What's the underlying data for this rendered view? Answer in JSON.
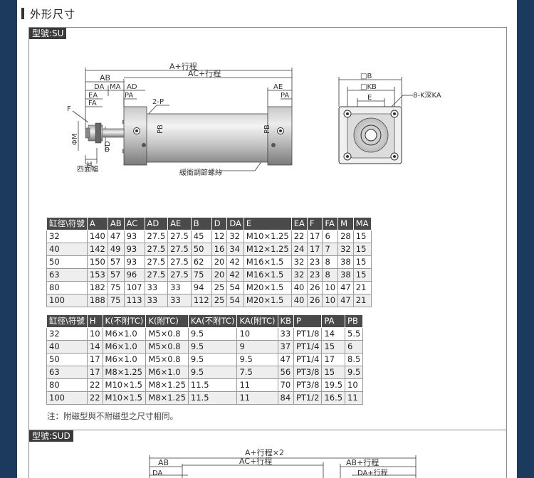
{
  "heading": "外形尺寸",
  "models": {
    "su": "型號:SU",
    "sud": "型號:SUD"
  },
  "diagram_su": {
    "a_stroke": "A+行程",
    "ab": "AB",
    "ac_stroke": "AC+行程",
    "da": "DA",
    "ma": "MA",
    "ad": "AD",
    "ae": "AE",
    "ea": "EA",
    "pa": "PA",
    "pa2": "PA",
    "two_p": "2-P",
    "f": "F",
    "fa": "FA",
    "phi_m": "ΦM",
    "phi_d": "ΦD",
    "h": "H",
    "four_flats": "四面幅",
    "pb": "PB",
    "pb2": "PB",
    "cushion": "緩衝調節螺絲",
    "b_square": "□B",
    "kb_square": "□KB",
    "e": "E",
    "k_depth": "8-K深KA"
  },
  "diagram_sud": {
    "a_stroke2": "A+行程×2",
    "ab": "AB",
    "ac_stroke": "AC+行程",
    "ab_stroke": "AB+行程",
    "da": "DA",
    "da_stroke": "DA+行程"
  },
  "table1": {
    "headers": [
      "缸徑\\符號",
      "A",
      "AB",
      "AC",
      "AD",
      "AE",
      "B",
      "D",
      "DA",
      "E",
      "EA",
      "F",
      "FA",
      "M",
      "MA"
    ],
    "rows": [
      [
        "32",
        "140",
        "47",
        "93",
        "27.5",
        "27.5",
        "45",
        "12",
        "32",
        "M10×1.25",
        "22",
        "17",
        "6",
        "28",
        "15"
      ],
      [
        "40",
        "142",
        "49",
        "93",
        "27.5",
        "27.5",
        "50",
        "16",
        "34",
        "M12×1.25",
        "24",
        "17",
        "7",
        "32",
        "15"
      ],
      [
        "50",
        "150",
        "57",
        "93",
        "27.5",
        "27.5",
        "62",
        "20",
        "42",
        "M16×1.5",
        "32",
        "23",
        "8",
        "38",
        "15"
      ],
      [
        "63",
        "153",
        "57",
        "96",
        "27.5",
        "27.5",
        "75",
        "20",
        "42",
        "M16×1.5",
        "32",
        "23",
        "8",
        "38",
        "15"
      ],
      [
        "80",
        "182",
        "75",
        "107",
        "33",
        "33",
        "94",
        "25",
        "54",
        "M20×1.5",
        "40",
        "26",
        "10",
        "47",
        "21"
      ],
      [
        "100",
        "188",
        "75",
        "113",
        "33",
        "33",
        "112",
        "25",
        "54",
        "M20×1.5",
        "40",
        "26",
        "10",
        "47",
        "21"
      ]
    ]
  },
  "table2": {
    "headers": [
      "缸徑\\符號",
      "H",
      "K(不附TC)",
      "K(附TC)",
      "KA(不附TC)",
      "KA(附TC)",
      "KB",
      "P",
      "PA",
      "PB"
    ],
    "rows": [
      [
        "32",
        "10",
        "M6×1.0",
        "M5×0.8",
        "9.5",
        "10",
        "33",
        "PT1/8",
        "14",
        "5.5"
      ],
      [
        "40",
        "14",
        "M6×1.0",
        "M5×0.8",
        "9.5",
        "9",
        "37",
        "PT1/4",
        "15",
        "6"
      ],
      [
        "50",
        "17",
        "M6×1.0",
        "M5×0.8",
        "9.5",
        "9.5",
        "47",
        "PT1/4",
        "17",
        "8.5"
      ],
      [
        "63",
        "17",
        "M8×1.25",
        "M6×1.0",
        "9.5",
        "7.5",
        "56",
        "PT3/8",
        "15",
        "9.5"
      ],
      [
        "80",
        "22",
        "M10×1.5",
        "M8×1.25",
        "11.5",
        "11",
        "70",
        "PT3/8",
        "19.5",
        "10"
      ],
      [
        "100",
        "22",
        "M10×1.5",
        "M8×1.25",
        "11.5",
        "11",
        "84",
        "PT1/2",
        "16.5",
        "11"
      ]
    ]
  },
  "note": "注：附磁型與不附磁型之尺寸相同。"
}
